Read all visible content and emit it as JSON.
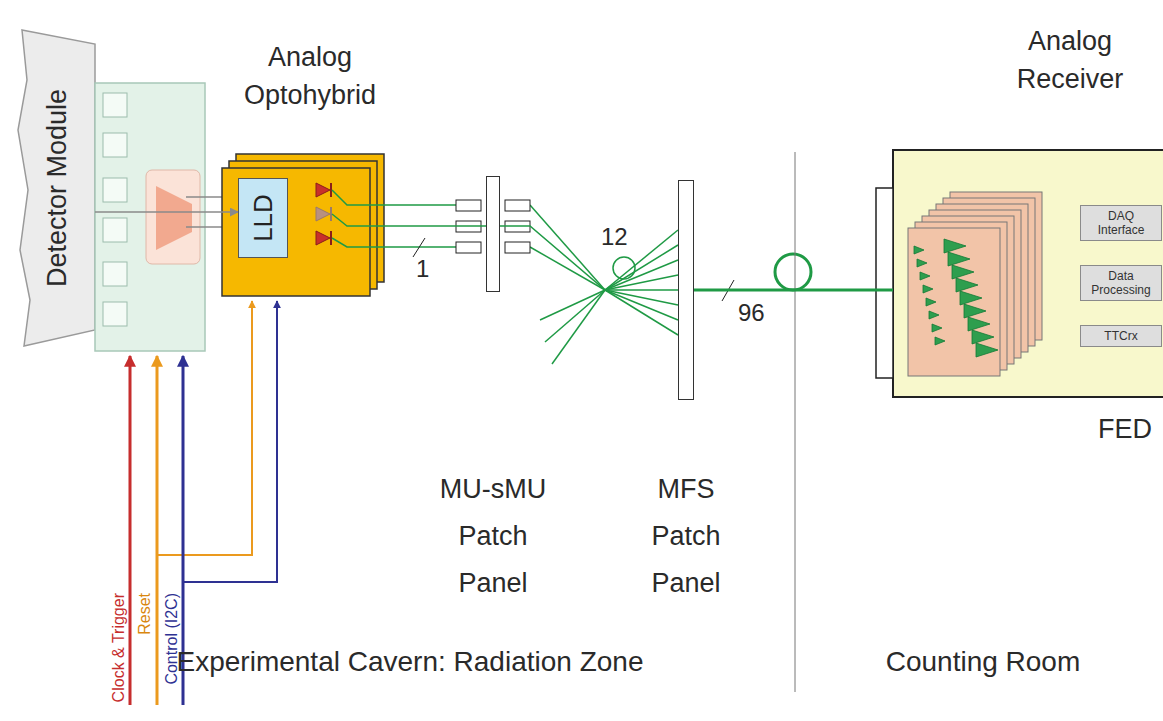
{
  "diagram": {
    "nodes": [
      {
        "text": [
          "Detector Module"
        ]
      },
      {
        "text": [
          "Analog Optohybrid"
        ]
      },
      {
        "text": [
          "LLD"
        ],
        "in": 1
      },
      {
        "text": [
          "MU-sMU Patch Panel"
        ]
      },
      {
        "text": [
          "MFS Patch Panel"
        ]
      },
      {
        "text": [
          "Analog Receiver",
          "FED"
        ]
      },
      {
        "text": [
          "DAQ Interface"
        ],
        "in": 5
      },
      {
        "text": [
          "Data Processing"
        ],
        "in": 5
      },
      {
        "text": [
          "TTCrx"
        ],
        "in": 5
      }
    ],
    "edges": [
      {
        "from": 0,
        "to": 2,
        "arrow": "to"
      },
      {
        "from": 1,
        "to": 3,
        "arrow": "none"
      },
      {
        "from": 3,
        "to": 4,
        "arrow": "none"
      },
      {
        "from": 4,
        "to": 5,
        "arrow": "none"
      }
    ],
    "labels": [
      "1",
      "12",
      "96",
      "Clock & Trigger",
      "Reset",
      "Control (I2C)",
      "Experimental Cavern: Radiation Zone",
      "Counting Room"
    ]
  }
}
